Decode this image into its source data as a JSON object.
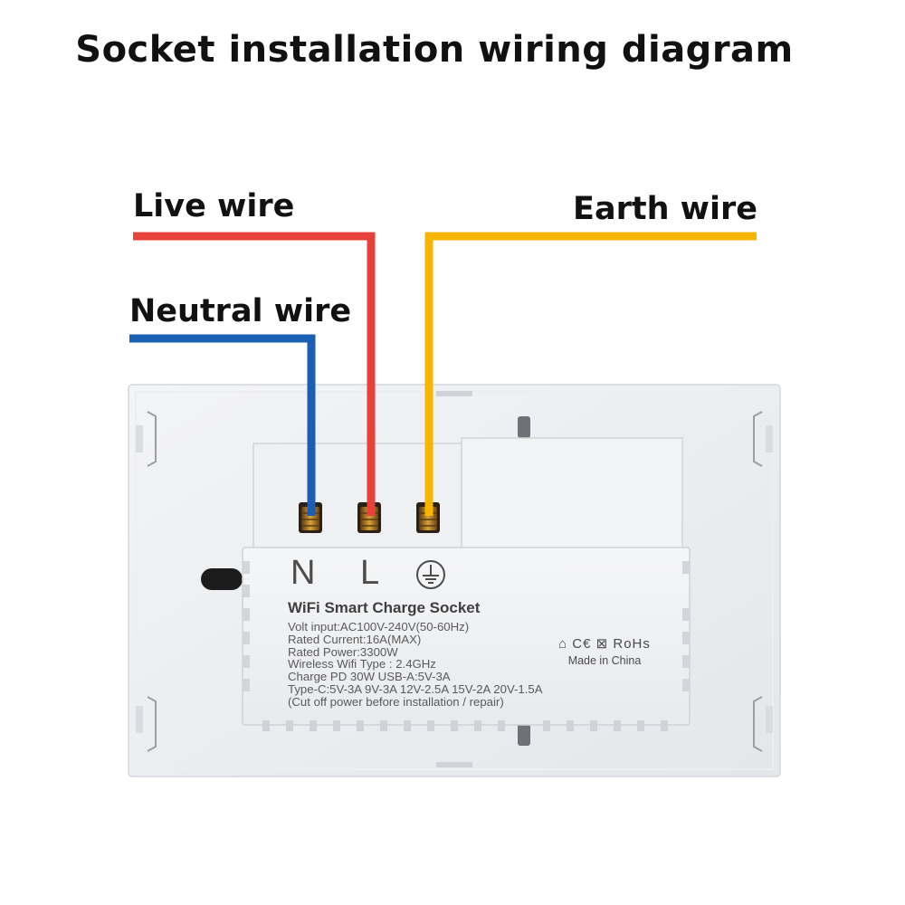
{
  "title": "Socket installation wiring diagram",
  "wires": {
    "live": {
      "label": "Live wire",
      "color": "#e8413a"
    },
    "neutral": {
      "label": "Neutral wire",
      "color": "#1a5fb4"
    },
    "earth": {
      "label": "Earth wire",
      "color": "#f7b500"
    }
  },
  "terminals": {
    "neutral": "N",
    "live": "L",
    "earth_icon": "earth-ground-icon"
  },
  "sticker": {
    "product": "WiFi Smart Charge Socket",
    "lines": [
      "Volt input:AC100V-240V(50-60Hz)",
      "Rated Current:16A(MAX)",
      "Rated Power:3300W",
      "Wireless Wifi Type : 2.4GHz",
      "Charge PD 30W   USB-A:5V-3A",
      "Type-C:5V-3A  9V-3A 12V-2.5A 15V-2A 20V-1.5A",
      "(Cut off power before installation / repair)"
    ],
    "certifications": "⌂ C€ ⊠ RoHs",
    "made_in": "Made in China"
  }
}
